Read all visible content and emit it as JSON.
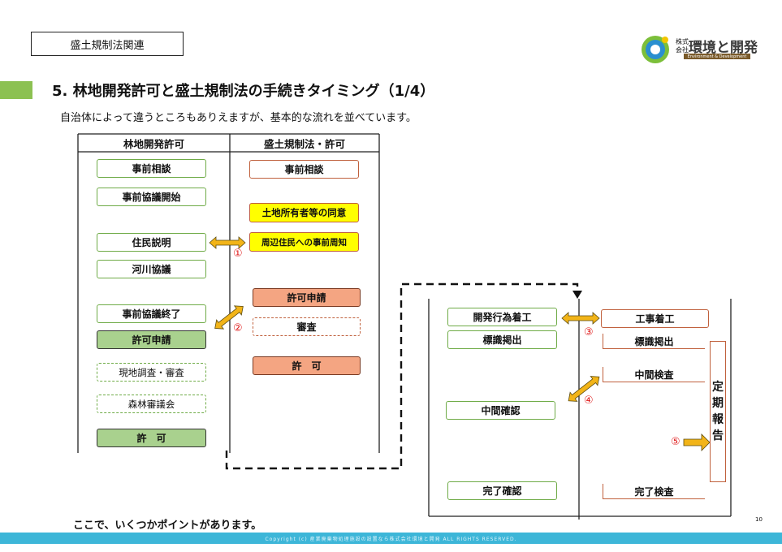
{
  "header": {
    "section_tag": "盛土規制法関連",
    "title": "5. 林地開発許可と盛土規制法の手続きタイミング（1/4）",
    "subtitle": "自治体によって違うところもありえますが、基本的な流れを並べています。"
  },
  "logo": {
    "prefix_line1": "株式",
    "prefix_line2": "会社",
    "name": "環境と開発",
    "english": "Environment & Development",
    "colors": {
      "blue": "#2a8fd0",
      "green": "#7cbf3a",
      "yellow": "#f2c500"
    }
  },
  "left_table": {
    "col1_header": "林地開発許可",
    "col2_header": "盛土規制法・許可",
    "col1_items": [
      "事前相談",
      "事前協議開始",
      "住民説明",
      "河川協議",
      "事前協議終了",
      "許可申請",
      "現地調査・審査",
      "森林審議会",
      "許　可"
    ],
    "col2_items": [
      "事前相談",
      "土地所有者等の同意",
      "周辺住民への事前周知",
      "許可申請",
      "審査",
      "許　可"
    ]
  },
  "right_table": {
    "left_items": [
      "開発行為着工",
      "標識掲出",
      "中間確認",
      "完了確認"
    ],
    "right_items": [
      "工事着工",
      "標識掲出",
      "中間検査",
      "完了検査"
    ],
    "vertical_box": [
      "定",
      "期",
      "報",
      "告"
    ]
  },
  "markers": [
    "①",
    "②",
    "③",
    "④",
    "⑤"
  ],
  "colors": {
    "green_border": "#6fab47",
    "green_fill": "#a9d18e",
    "orange_border": "#c0613d",
    "orange_fill": "#f4a582",
    "yellow_fill": "#ffff00",
    "arrow_fill": "#f2b418",
    "footer_bar": "#3db6d8",
    "accent_bar": "#8cc152"
  },
  "footer": {
    "note": "ここで、いくつかポイントがあります。",
    "copyright": "Copyright (c) 産業廃棄物処理施設の設置なら株式会社環境と開発 ALL RIGHTS RESERVED.",
    "page_number": "10"
  }
}
